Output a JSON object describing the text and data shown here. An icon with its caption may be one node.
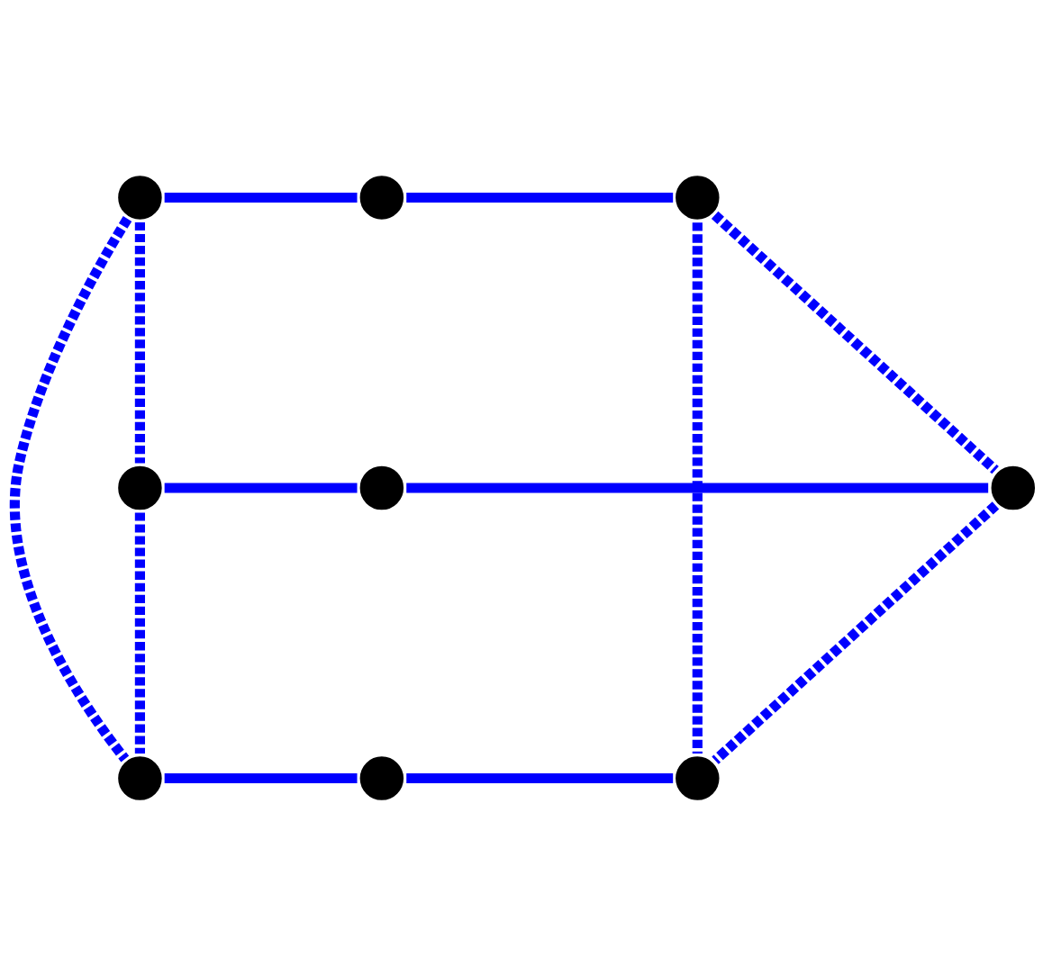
{
  "diagram": {
    "nodes": [
      {
        "text": [],
        "shape": "circle"
      },
      {
        "text": [],
        "shape": "circle"
      },
      {
        "text": [],
        "shape": "circle"
      },
      {
        "text": [],
        "shape": "circle"
      },
      {
        "text": [],
        "shape": "circle"
      },
      {
        "text": [],
        "shape": "circle"
      },
      {
        "text": [],
        "shape": "circle"
      },
      {
        "text": [],
        "shape": "circle"
      },
      {
        "text": [],
        "shape": "circle"
      }
    ],
    "edges": [
      {
        "from": 0,
        "to": 1,
        "arrow": "none"
      },
      {
        "from": 1,
        "to": 2,
        "arrow": "none"
      },
      {
        "from": 0,
        "to": 6,
        "arrow": "none",
        "style": "dashed"
      },
      {
        "from": 0,
        "to": 3,
        "arrow": "none",
        "style": "dashed"
      },
      {
        "from": 2,
        "to": 5,
        "arrow": "none",
        "style": "dashed"
      },
      {
        "from": 2,
        "to": 8,
        "arrow": "none",
        "style": "dashed"
      },
      {
        "from": 3,
        "to": 4,
        "arrow": "none"
      },
      {
        "from": 4,
        "to": 5,
        "arrow": "none"
      },
      {
        "from": 3,
        "to": 6,
        "arrow": "none",
        "style": "dashed"
      },
      {
        "from": 5,
        "to": 8,
        "arrow": "none",
        "style": "dashed"
      },
      {
        "from": 6,
        "to": 7,
        "arrow": "none"
      },
      {
        "from": 7,
        "to": 8,
        "arrow": "none"
      }
    ]
  }
}
